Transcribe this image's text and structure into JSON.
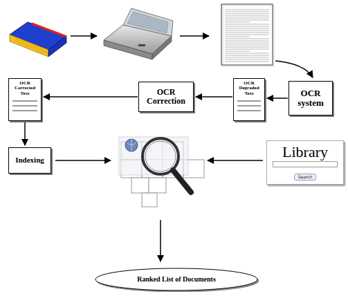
{
  "diagram": {
    "nodes": [
      {
        "text": [
          "OCR Corrected Text"
        ]
      },
      {
        "text": [
          "OCR Correction"
        ]
      },
      {
        "text": [
          "OCR Degraded Text"
        ]
      },
      {
        "text": [
          "OCR system"
        ]
      },
      {
        "text": [
          "Indexing"
        ]
      },
      {
        "text": [
          "Library",
          "Search"
        ]
      },
      {
        "text": [
          "Ranked List of Documents"
        ]
      }
    ],
    "edges": [
      {
        "from": 3,
        "to": 2,
        "arrow": "to"
      },
      {
        "from": 2,
        "to": 1,
        "arrow": "to"
      },
      {
        "from": 1,
        "to": 0,
        "arrow": "to"
      },
      {
        "from": 0,
        "to": 4,
        "arrow": "to"
      }
    ]
  }
}
